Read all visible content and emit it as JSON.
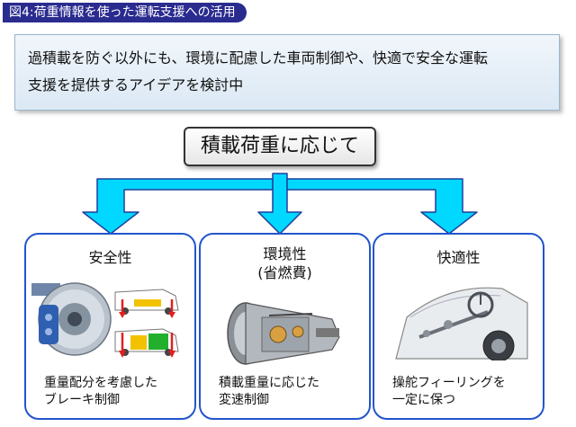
{
  "figure_label": "図4:荷重情報を使った運転支援への活用",
  "summary": {
    "line1": "過積載を防ぐ以外にも、環境に配慮した車両制御や、快適で安全な運転",
    "line2": "支援を提供するアイデアを検討中"
  },
  "main_box": "積載荷重に応じて",
  "cards": [
    {
      "title": "安全性",
      "caption1": "重量配分を考慮した",
      "caption2": "ブレーキ制御"
    },
    {
      "title": "環境性",
      "subtitle": "(省燃費)",
      "caption1": "積載重量に応じた",
      "caption2": "変速制御"
    },
    {
      "title": "快適性",
      "caption1": "操舵フィーリングを",
      "caption2": "一定に保つ"
    }
  ],
  "colors": {
    "label_bg": "#2a2b8f",
    "arrow_fill": "#00d8ff",
    "arrow_stroke": "#1f3f9e",
    "card_border": "#2255cc",
    "weight_arrow": "#e02020",
    "cargo_yellow": "#f2c200",
    "cargo_green": "#22b02c"
  }
}
